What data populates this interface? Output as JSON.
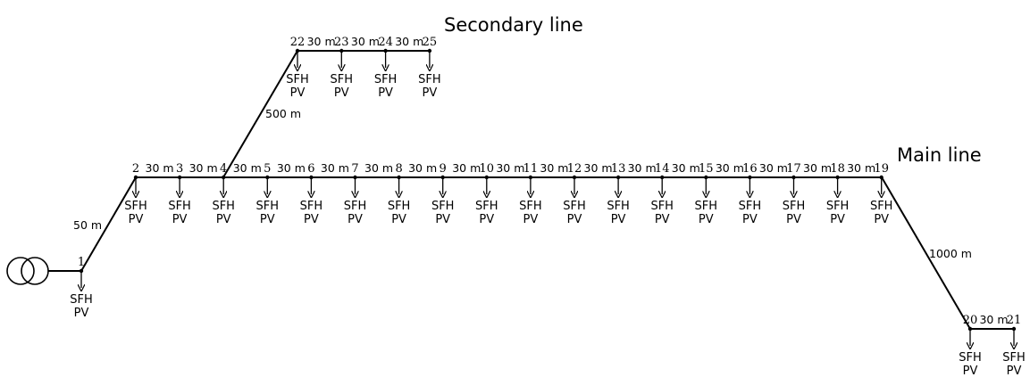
{
  "titles": {
    "main_line": "Main line",
    "secondary_line": "Secondary line"
  },
  "load_labels": {
    "line1": "SFH",
    "line2": "PV"
  },
  "feeders": {
    "transformer_to_1": "",
    "n1_to_n2": "50 m",
    "n4_to_n22": "500 m",
    "n19_to_n20": "1000 m"
  },
  "main_line": {
    "nodes": [
      "1",
      "2",
      "3",
      "4",
      "5",
      "6",
      "7",
      "8",
      "9",
      "10",
      "11",
      "12",
      "13",
      "14",
      "15",
      "16",
      "17",
      "18",
      "19"
    ],
    "segment_length": "30 m"
  },
  "secondary_line": {
    "nodes": [
      "22",
      "23",
      "24",
      "25"
    ],
    "segment_length": "30 m"
  },
  "end_line": {
    "nodes": [
      "20",
      "21"
    ],
    "segment_length": "30 m"
  }
}
